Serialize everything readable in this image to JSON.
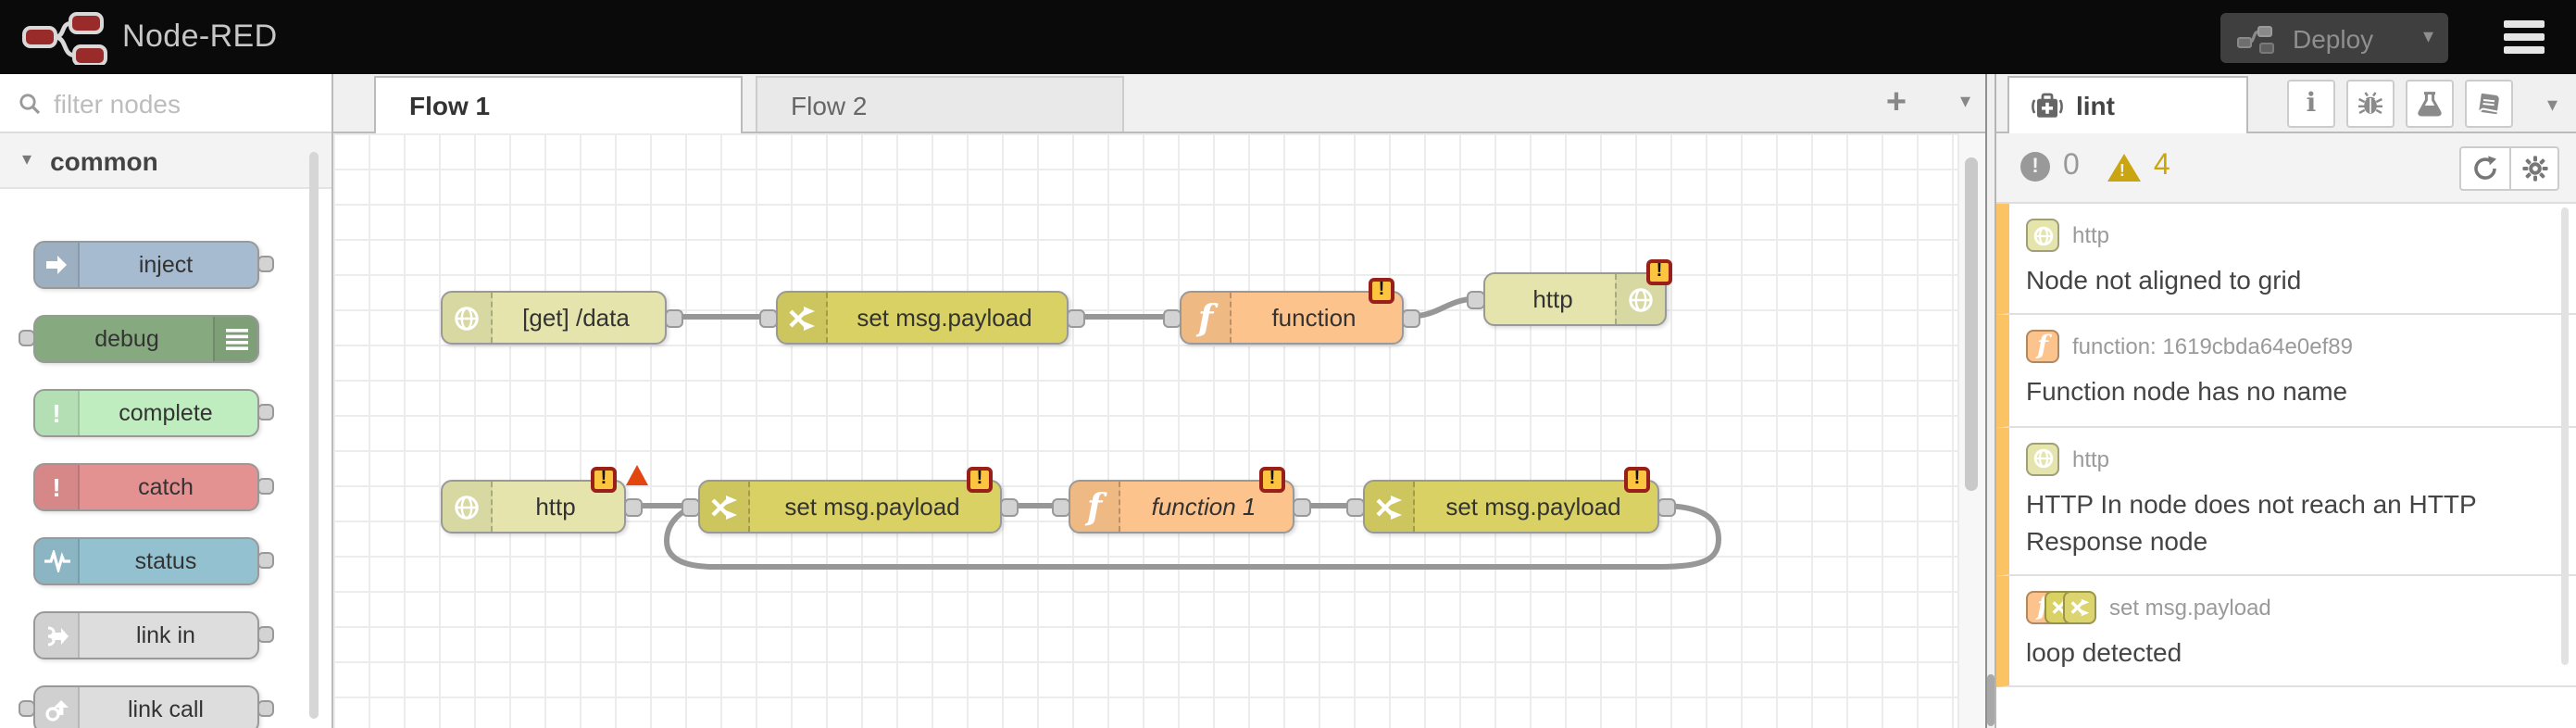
{
  "header": {
    "title": "Node-RED",
    "deploy_label": "Deploy"
  },
  "palette": {
    "search_placeholder": "filter nodes",
    "category": "common",
    "items": [
      {
        "label": "inject",
        "color": "#a6bbcf",
        "icon": "inject-arrow-icon",
        "ports": "out"
      },
      {
        "label": "debug",
        "color": "#87a980",
        "icon": "debug-list-icon",
        "ports": "in"
      },
      {
        "label": "complete",
        "color": "#c0edc0",
        "icon": "exclamation-icon",
        "ports": "out"
      },
      {
        "label": "catch",
        "color": "#e49191",
        "icon": "exclamation-icon",
        "ports": "out"
      },
      {
        "label": "status",
        "color": "#94c1d0",
        "icon": "heartbeat-icon",
        "ports": "out"
      },
      {
        "label": "link in",
        "color": "#dddddd",
        "icon": "link-in-icon",
        "ports": "out"
      },
      {
        "label": "link call",
        "color": "#dddddd",
        "icon": "link-call-icon",
        "ports": "both"
      }
    ]
  },
  "workspace": {
    "tabs": [
      {
        "label": "Flow 1",
        "active": true
      },
      {
        "label": "Flow 2",
        "active": false
      }
    ],
    "badge_glyph": "!",
    "nodes": [
      {
        "label": "[get] /data",
        "type": "http in",
        "color": "#e4e4ac",
        "badge": false,
        "error": false
      },
      {
        "label": "set msg.payload",
        "type": "change",
        "color": "#d9d164",
        "badge": false,
        "error": false
      },
      {
        "label": "function",
        "type": "function",
        "color": "#fcc38c",
        "badge": true,
        "error": false
      },
      {
        "label": "http",
        "type": "http response",
        "color": "#e4e4ac",
        "badge": true,
        "error": false
      },
      {
        "label": "http",
        "type": "http in",
        "color": "#e4e4ac",
        "badge": true,
        "error": true
      },
      {
        "label": "set msg.payload",
        "type": "change",
        "color": "#d9d164",
        "badge": true,
        "error": false
      },
      {
        "label": "function 1",
        "type": "function",
        "color": "#fcc38c",
        "badge": true,
        "error": false
      },
      {
        "label": "set msg.payload",
        "type": "change",
        "color": "#d9d164",
        "badge": true,
        "error": false
      }
    ]
  },
  "sidebar": {
    "tab_label": "lint",
    "counts": {
      "errors": "0",
      "warnings": "4"
    },
    "colors": {
      "warning_accent": "#c9a512",
      "item_stripe": "#fbc363",
      "badge_fill": "#fdc43f",
      "badge_border": "#99201a",
      "error_triangle": "#e2450e"
    },
    "items": [
      {
        "node_label": "http",
        "icons": [
          "http"
        ],
        "message": "Node not aligned to grid"
      },
      {
        "node_label": "function: 1619cbda64e0ef89",
        "icons": [
          "function"
        ],
        "message": "Function node has no name"
      },
      {
        "node_label": "http",
        "icons": [
          "http"
        ],
        "message": "HTTP In node does not reach an HTTP Response node"
      },
      {
        "node_label": "set msg.payload",
        "icons": [
          "function",
          "change",
          "change"
        ],
        "message": "loop detected"
      }
    ]
  }
}
